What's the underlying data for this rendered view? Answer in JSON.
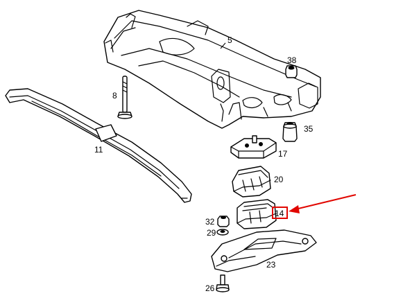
{
  "callouts": {
    "c5": "5",
    "c38": "38",
    "c8": "8",
    "c35": "35",
    "c11": "11",
    "c17": "17",
    "c20": "20",
    "c14": "14",
    "c32": "32",
    "c29": "29",
    "c23": "23",
    "c26": "26"
  },
  "highlight": {
    "part": "14",
    "color": "#e10600"
  }
}
